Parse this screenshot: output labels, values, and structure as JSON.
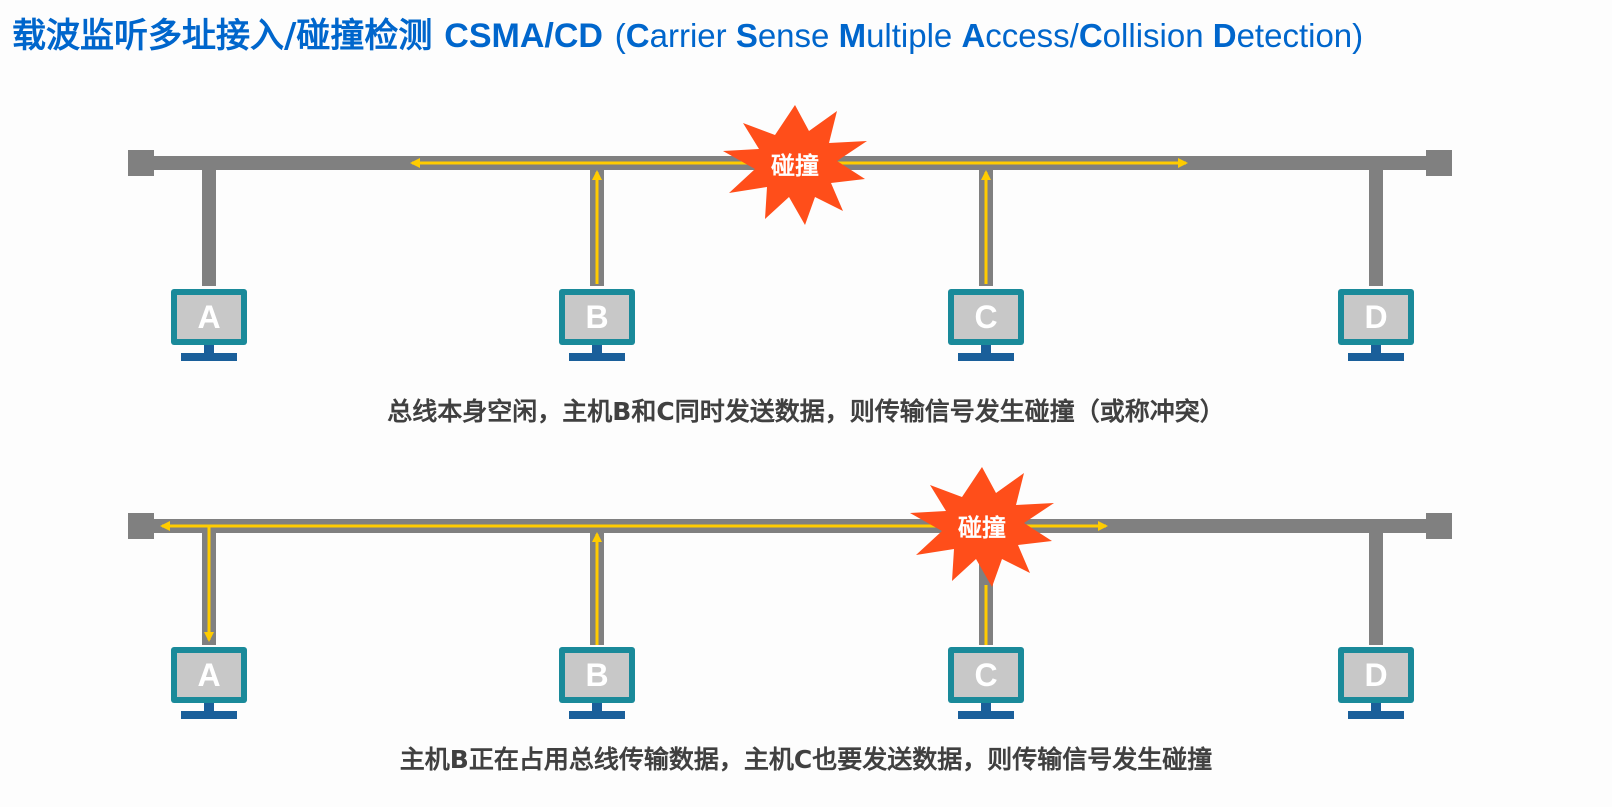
{
  "title": {
    "cn": "载波监听多址接入/碰撞检测",
    "abbr": "CSMA/CD",
    "full_parts": [
      {
        "text": "(",
        "bold": false
      },
      {
        "text": "C",
        "bold": true
      },
      {
        "text": "arrier ",
        "bold": false
      },
      {
        "text": "S",
        "bold": true
      },
      {
        "text": "ense ",
        "bold": false
      },
      {
        "text": "M",
        "bold": true
      },
      {
        "text": "ultiple ",
        "bold": false
      },
      {
        "text": "A",
        "bold": true
      },
      {
        "text": "ccess/",
        "bold": false
      },
      {
        "text": "C",
        "bold": true
      },
      {
        "text": "ollision ",
        "bold": false
      },
      {
        "text": "D",
        "bold": true
      },
      {
        "text": "etection)",
        "bold": false
      }
    ]
  },
  "scenarios": [
    {
      "caption": "总线本身空闲，主机B和C同时发送数据，则传输信号发生碰撞（或称冲突）",
      "collision_label": "碰撞",
      "hosts": [
        "A",
        "B",
        "C",
        "D"
      ]
    },
    {
      "caption": "主机B正在占用总线传输数据，主机C也要发送数据，则传输信号发生碰撞",
      "collision_label": "碰撞",
      "hosts": [
        "A",
        "B",
        "C",
        "D"
      ]
    }
  ],
  "colors": {
    "title": "#0066cc",
    "bus": "#808080",
    "signal": "#ffcc00",
    "collision": "#ff4e1a",
    "monitor_frame": "#1a8a9a",
    "monitor_screen": "#c8c8c8",
    "monitor_stand": "#1a5f9a"
  }
}
